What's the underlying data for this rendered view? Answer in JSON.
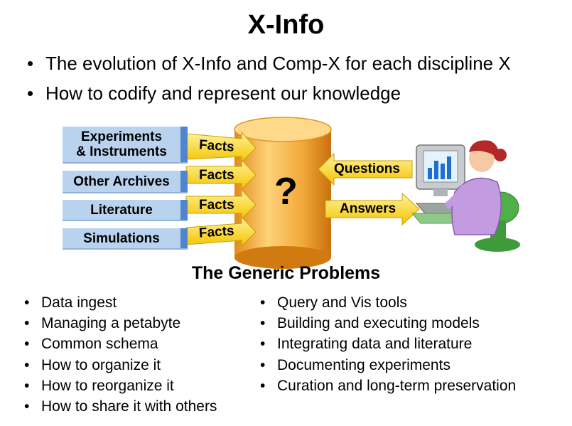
{
  "slide": {
    "title": "X-Info",
    "bullets": [
      "The evolution of X-Info and Comp-X for each discipline X",
      "How to codify and represent our knowledge"
    ],
    "bullet_glyph": "•"
  },
  "diagram": {
    "sources": [
      {
        "line1": "Experiments",
        "line2": "& Instruments"
      },
      {
        "line1": "Other Archives",
        "line2": ""
      },
      {
        "line1": "Literature",
        "line2": ""
      },
      {
        "line1": "Simulations",
        "line2": ""
      }
    ],
    "facts_labels": [
      "Facts",
      "Facts",
      "Facts",
      "Facts"
    ],
    "database_symbol": "?",
    "questions_label": "Questions",
    "answers_label": "Answers",
    "icons": [
      "database-cylinder-icon",
      "person-at-computer-icon"
    ],
    "colors": {
      "source_box": "#b9d3ef",
      "source_edge": "#4f86cf",
      "arrow_fill": "#ffe15a",
      "arrow_edge": "#c9a000",
      "cylinder": "#f2a93b"
    }
  },
  "problems": {
    "title": "The Generic Problems",
    "left": [
      "Data ingest",
      "Managing a petabyte",
      "Common schema",
      "How to organize it",
      "How to reorganize it",
      "How to share it with others"
    ],
    "right": [
      "Query and Vis tools",
      "Building and executing models",
      "Integrating data and literature",
      "Documenting experiments",
      "Curation and long-term preservation"
    ]
  }
}
